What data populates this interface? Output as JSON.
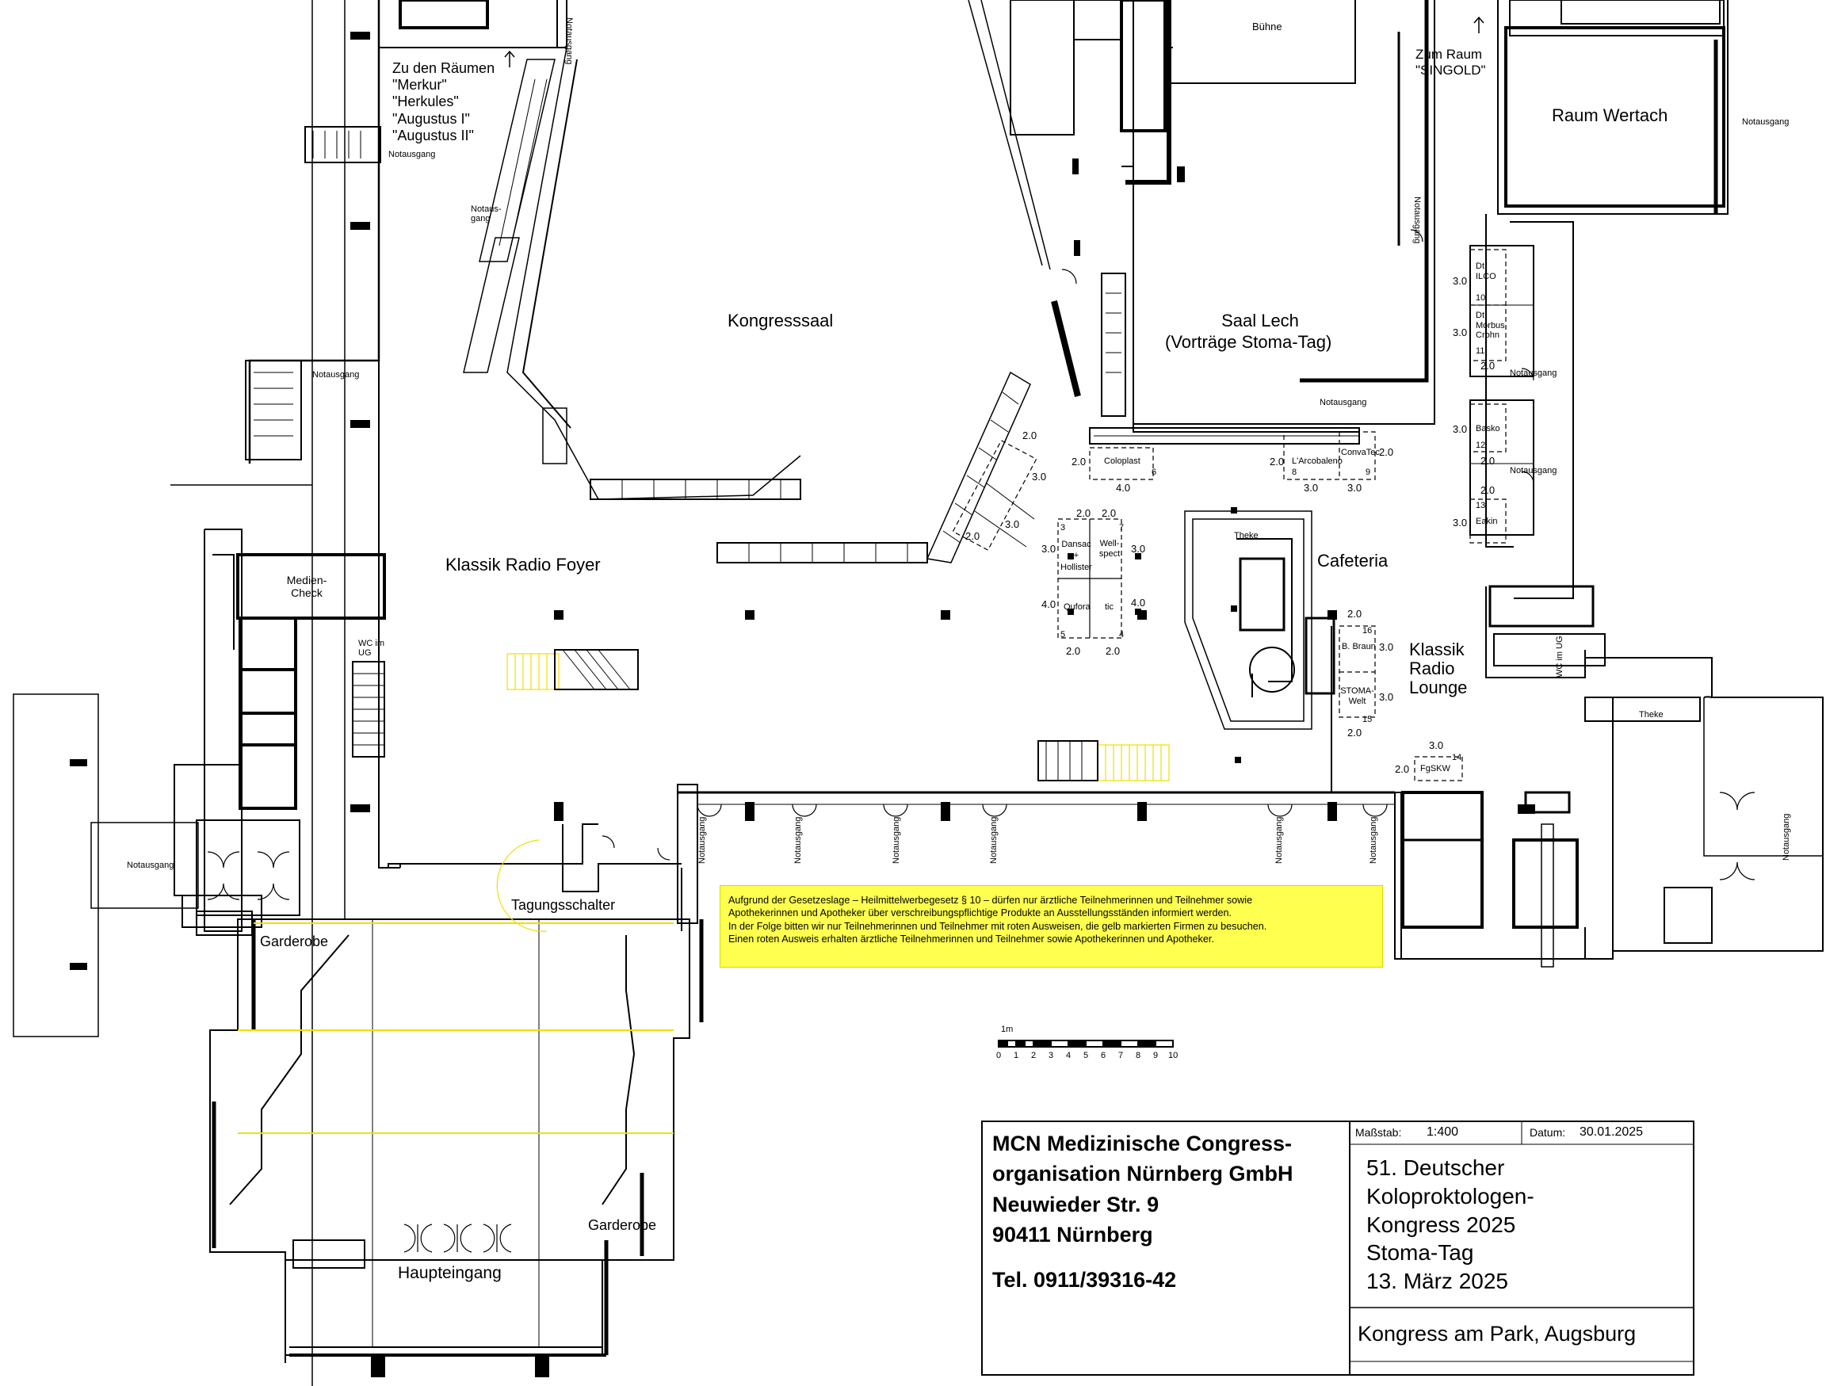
{
  "rooms": {
    "kongresssaal": "Kongresssaal",
    "klassik_foyer": "Klassik Radio Foyer",
    "saal_lech_1": "Saal Lech",
    "saal_lech_2": "(Vorträge Stoma-Tag)",
    "raum_wertach": "Raum Wertach",
    "buehne": "Bühne",
    "cafeteria": "Cafeteria",
    "lounge_1": "Klassik",
    "lounge_2": "Radio",
    "lounge_3": "Lounge",
    "medien_1": "Medien-",
    "medien_2": "Check",
    "wc_ug_1": "WC im",
    "wc_ug_2": "UG",
    "tagungsschalter": "Tagungsschalter",
    "garderobe_left": "Garderobe",
    "garderobe_right": "Garderobe",
    "haupteingang": "Haupteingang",
    "theke_cafe": "Theke",
    "theke_lounge": "Theke",
    "wc_lounge": "WC im UG"
  },
  "directions": {
    "merkur_1": "Zu den Räumen",
    "merkur_2": "\"Merkur\"",
    "merkur_3": "\"Herkules\"",
    "merkur_4": "\"Augustus I\"",
    "merkur_5": "\"Augustus II\"",
    "singold_1": "Zum Raum",
    "singold_2": "\"SINGOLD\""
  },
  "exits": {
    "notausgang": "Notausgang",
    "notaus_1": "Notaus-",
    "notaus_2": "gang"
  },
  "booths": [
    {
      "id": "6",
      "name": "Coloplast",
      "w": "4.0",
      "d": "2.0"
    },
    {
      "id": "8",
      "name": "L'Arcobaleno",
      "w": "3.0",
      "d": "2.0"
    },
    {
      "id": "9",
      "name": "ConvaTec",
      "w": "2.0",
      "d": "3.0"
    },
    {
      "id": "3",
      "name": "Dansac + Hollister",
      "w": "3.0",
      "d": "2.0"
    },
    {
      "id": "7",
      "name": "Well-spect",
      "w": "3.0",
      "d": "2.0"
    },
    {
      "id": "5",
      "name": "Qufora",
      "w": "4.0",
      "d": "2.0"
    },
    {
      "id": "4",
      "name": "tic",
      "w": "4.0",
      "d": "2.0"
    },
    {
      "id": "10",
      "name": "Dt. ILCO",
      "w": "3.0",
      "d": ""
    },
    {
      "id": "11",
      "name": "Dt. Morbus Crohn",
      "w": "3.0",
      "d": "2.0"
    },
    {
      "id": "12",
      "name": "Basko",
      "w": "3.0",
      "d": "2.0"
    },
    {
      "id": "13",
      "name": "Eakin",
      "w": "3.0",
      "d": "2.0"
    },
    {
      "id": "16",
      "name": "B. Braun",
      "w": "3.0",
      "d": "2.0"
    },
    {
      "id": "15",
      "name": "STOMA-Welt",
      "w": "3.0",
      "d": "2.0"
    },
    {
      "id": "14",
      "name": "FgSKW",
      "w": "3.0",
      "d": "2.0"
    }
  ],
  "dims": {
    "two": "2.0",
    "three": "3.0",
    "four": "4.0"
  },
  "notice": [
    "Aufgrund der Gesetzeslage – Heilmittelwerbegesetz § 10 – dürfen nur ärztliche Teilnehmerinnen und Teilnehmer sowie",
    "Apothekerinnen und Apotheker über verschreibungspflichtige Produkte an Ausstellungsständen informiert werden.",
    "In der Folge bitten wir nur Teilnehmerinnen und Teilnehmer mit roten Ausweisen, die gelb markierten Firmen zu besuchen.",
    "Einen roten Ausweis erhalten ärztliche Teilnehmerinnen und Teilnehmer sowie Apothekerinnen und Apotheker."
  ],
  "scale_bar": {
    "unit": "1m",
    "ticks": [
      "0",
      "1",
      "2",
      "3",
      "4",
      "5",
      "6",
      "7",
      "8",
      "9",
      "10"
    ]
  },
  "title_block": {
    "org_1": "MCN Medizinische Congress-",
    "org_2": "organisation Nürnberg GmbH",
    "org_3": "Neuwieder Str. 9",
    "org_4": "90411 Nürnberg",
    "tel": "Tel. 0911/39316-42",
    "massstab_label": "Maßstab:",
    "massstab_value": "1:400",
    "datum_label": "Datum:",
    "datum_value": "30.01.2025",
    "event_1": "51. Deutscher",
    "event_2": "Koloproktologen-",
    "event_3": "Kongress 2025",
    "event_4": "Stoma-Tag",
    "event_5": "13. März 2025",
    "venue": "Kongress am Park, Augsburg"
  },
  "colors": {
    "highlight": "#ffff4f",
    "stairs_yellow": "#f0e000",
    "wall": "#000000"
  }
}
